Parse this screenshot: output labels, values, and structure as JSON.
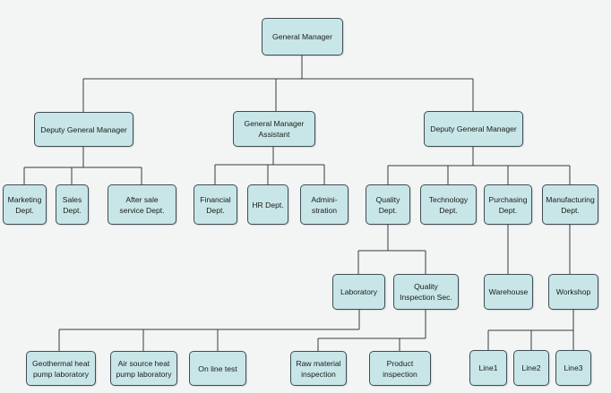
{
  "nodes": {
    "general_manager": "General Manager",
    "deputy_gm_left": "Deputy General Manager",
    "gm_assistant": "General Manager\nAssistant",
    "deputy_gm_right": "Deputy General Manager",
    "marketing": "Marketing\nDept.",
    "sales": "Sales\nDept.",
    "after_sale": "After sale\nservice  Dept.",
    "financial": "Financial\nDept.",
    "hr": "HR Dept.",
    "administration": "Admini-\nstration",
    "quality": "Quality\nDept.",
    "technology": "Technology\nDept.",
    "purchasing": "Purchasing\nDept.",
    "manufacturing": "Manufacturing\nDept.",
    "laboratory": "Laboratory",
    "quality_inspection": "Quality\nInspection Sec.",
    "warehouse": "Warehouse",
    "workshop": "Workshop",
    "geothermal_lab": "Geothermal heat\npump laboratory",
    "air_source_lab": "Air source heat\npump laboratory",
    "online_test": "On line test",
    "raw_material": "Raw material\ninspection",
    "product_inspection": "Product\ninspection",
    "line1": "Line1",
    "line2": "Line2",
    "line3": "Line3"
  }
}
